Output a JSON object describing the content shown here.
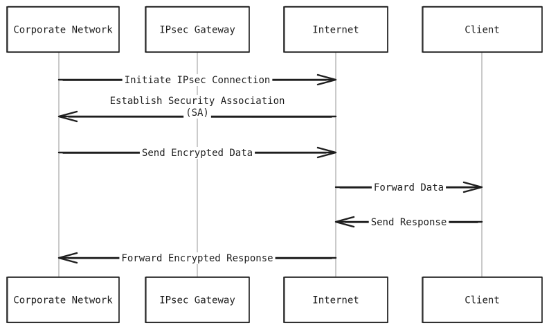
{
  "diagram": {
    "type": "sequence",
    "actors": [
      {
        "id": "corp",
        "label": "Corporate Network"
      },
      {
        "id": "gw",
        "label": "IPsec Gateway"
      },
      {
        "id": "inet",
        "label": "Internet"
      },
      {
        "id": "client",
        "label": "Client"
      }
    ],
    "messages": [
      {
        "from": "corp",
        "to": "inet",
        "lines": [
          "Initiate IPsec Connection"
        ]
      },
      {
        "from": "inet",
        "to": "corp",
        "lines": [
          "Establish Security Association",
          "(SA)"
        ]
      },
      {
        "from": "corp",
        "to": "inet",
        "lines": [
          "Send Encrypted Data"
        ]
      },
      {
        "from": "inet",
        "to": "client",
        "lines": [
          "Forward Data"
        ]
      },
      {
        "from": "client",
        "to": "inet",
        "lines": [
          "Send Response"
        ]
      },
      {
        "from": "inet",
        "to": "corp",
        "lines": [
          "Forward Encrypted Response"
        ]
      }
    ]
  }
}
